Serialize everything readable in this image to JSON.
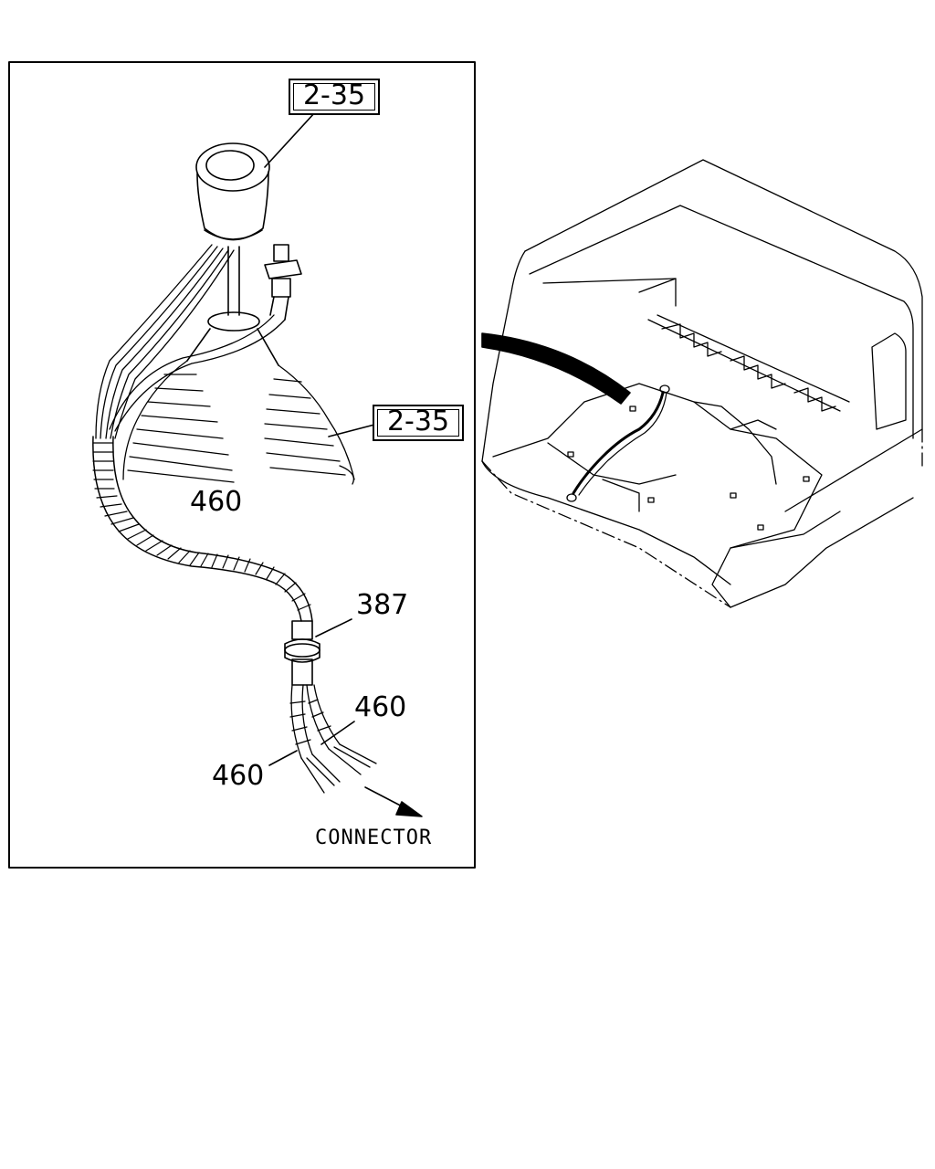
{
  "callouts": {
    "ref_top": "2-35",
    "ref_boot": "2-35",
    "harness_upper": "460",
    "grommet": "387",
    "branch_right": "460",
    "branch_left": "460"
  },
  "connector_label": "CONNECTOR"
}
